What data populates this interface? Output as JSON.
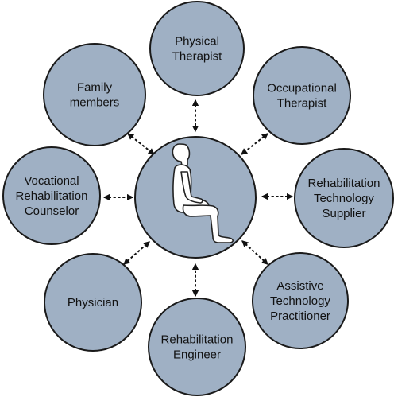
{
  "colors": {
    "node_fill": "#9fb0c4",
    "outline": "#1a1a1a",
    "connector": "#111111"
  },
  "center": {
    "icon": "seated-person-icon"
  },
  "nodes": [
    {
      "id": "physical-therapist",
      "lines": [
        "Physical",
        "Therapist"
      ]
    },
    {
      "id": "occupational-therapist",
      "lines": [
        "Occupational",
        "Therapist"
      ]
    },
    {
      "id": "rehabilitation-technology-supplier",
      "lines": [
        "Rehabilitation",
        "Technology",
        "Supplier"
      ]
    },
    {
      "id": "assistive-technology-practitioner",
      "lines": [
        "Assistive",
        "Technology",
        "Practitioner"
      ]
    },
    {
      "id": "rehabilitation-engineer",
      "lines": [
        "Rehabilitation",
        "Engineer"
      ]
    },
    {
      "id": "physician",
      "lines": [
        "Physician"
      ]
    },
    {
      "id": "vocational-rehabilitation-counselor",
      "lines": [
        "Vocational",
        "Rehabilitation",
        "Counselor"
      ]
    },
    {
      "id": "family-members",
      "lines": [
        "Family",
        "members"
      ]
    }
  ],
  "connector_style": "dashed-double-arrow"
}
